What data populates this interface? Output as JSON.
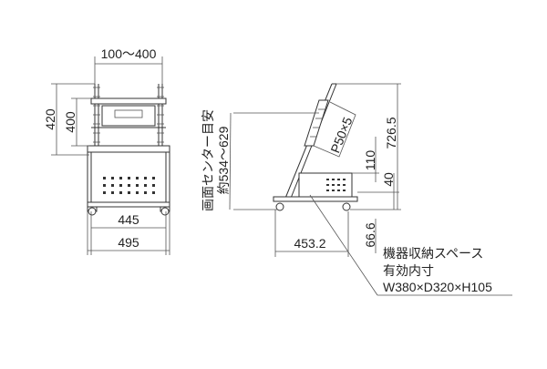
{
  "front_view": {
    "dim_vesa_width": "100〜400",
    "dim_height_outer": "420",
    "dim_height_inner": "400",
    "dim_inner_width": "445",
    "dim_outer_width": "495"
  },
  "side_view": {
    "screen_center_label_line1": "画面センター目安",
    "screen_center_label_line2": "約534〜629",
    "dim_pitch": "P50×5",
    "dim_total_height": "726.5",
    "dim_shelf_top": "110",
    "dim_shelf_height": "40",
    "dim_shelf_bottom": "66.6",
    "dim_depth": "453.2"
  },
  "storage_note": {
    "line1": "機器収納スペース",
    "line2": "有効内寸",
    "line3": "W380×D320×H105"
  }
}
